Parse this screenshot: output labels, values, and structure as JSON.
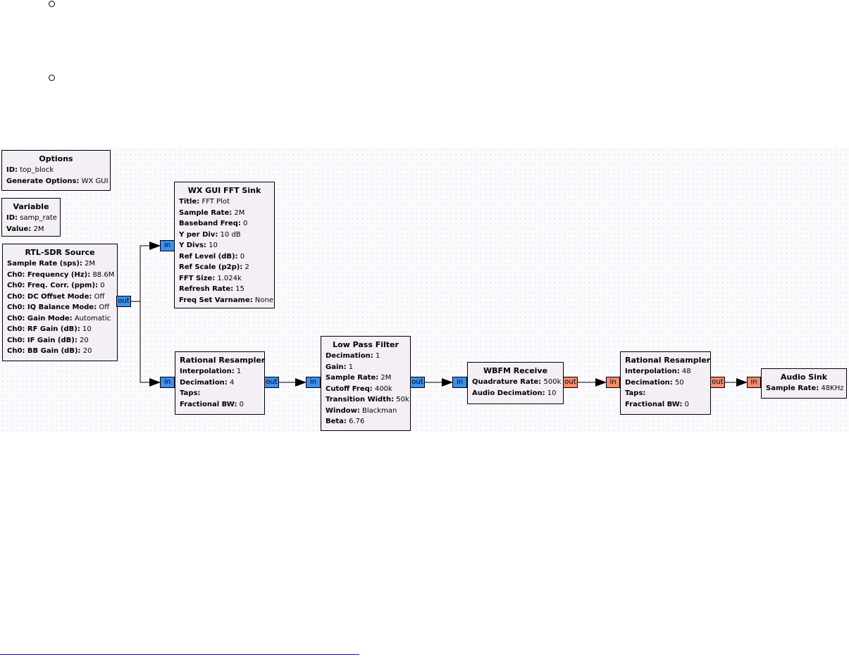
{
  "blocks": {
    "options": {
      "title": "Options",
      "rows": [
        {
          "k": "ID:",
          "v": "top_block"
        },
        {
          "k": "Generate Options:",
          "v": "WX GUI"
        }
      ]
    },
    "variable": {
      "title": "Variable",
      "rows": [
        {
          "k": "ID:",
          "v": "samp_rate"
        },
        {
          "k": "Value:",
          "v": "2M"
        }
      ]
    },
    "rtl": {
      "title": "RTL-SDR Source",
      "rows": [
        {
          "k": "Sample Rate (sps):",
          "v": "2M"
        },
        {
          "k": "Ch0: Frequency (Hz):",
          "v": "88.6M"
        },
        {
          "k": "Ch0: Freq. Corr. (ppm):",
          "v": "0"
        },
        {
          "k": "Ch0: DC Offset Mode:",
          "v": "Off"
        },
        {
          "k": "Ch0: IQ Balance Mode:",
          "v": "Off"
        },
        {
          "k": "Ch0: Gain Mode:",
          "v": "Automatic"
        },
        {
          "k": "Ch0: RF Gain (dB):",
          "v": "10"
        },
        {
          "k": "Ch0: IF Gain (dB):",
          "v": "20"
        },
        {
          "k": "Ch0: BB Gain (dB):",
          "v": "20"
        }
      ]
    },
    "fft": {
      "title": "WX GUI FFT Sink",
      "rows": [
        {
          "k": "Title:",
          "v": "FFT Plot"
        },
        {
          "k": "Sample Rate:",
          "v": "2M"
        },
        {
          "k": "Baseband Freq:",
          "v": "0"
        },
        {
          "k": "Y per Div:",
          "v": "10 dB"
        },
        {
          "k": "Y Divs:",
          "v": "10"
        },
        {
          "k": "Ref Level (dB):",
          "v": "0"
        },
        {
          "k": "Ref Scale (p2p):",
          "v": "2"
        },
        {
          "k": "FFT Size:",
          "v": "1.024k"
        },
        {
          "k": "Refresh Rate:",
          "v": "15"
        },
        {
          "k": "Freq Set Varname:",
          "v": "None"
        }
      ]
    },
    "rr1": {
      "title": "Rational Resampler",
      "rows": [
        {
          "k": "Interpolation:",
          "v": "1"
        },
        {
          "k": "Decimation:",
          "v": "4"
        },
        {
          "k": "Taps:",
          "v": ""
        },
        {
          "k": "Fractional BW:",
          "v": "0"
        }
      ]
    },
    "lpf": {
      "title": "Low Pass Filter",
      "rows": [
        {
          "k": "Decimation:",
          "v": "1"
        },
        {
          "k": "Gain:",
          "v": "1"
        },
        {
          "k": "Sample Rate:",
          "v": "2M"
        },
        {
          "k": "Cutoff Freq:",
          "v": "400k"
        },
        {
          "k": "Transition Width:",
          "v": "50k"
        },
        {
          "k": "Window:",
          "v": "Blackman"
        },
        {
          "k": "Beta:",
          "v": "6.76"
        }
      ]
    },
    "wbfm": {
      "title": "WBFM Receive",
      "rows": [
        {
          "k": "Quadrature Rate:",
          "v": "500k"
        },
        {
          "k": "Audio Decimation:",
          "v": "10"
        }
      ]
    },
    "rr2": {
      "title": "Rational Resampler",
      "rows": [
        {
          "k": "Interpolation:",
          "v": "48"
        },
        {
          "k": "Decimation:",
          "v": "50"
        },
        {
          "k": "Taps:",
          "v": ""
        },
        {
          "k": "Fractional BW:",
          "v": "0"
        }
      ]
    },
    "audio": {
      "title": "Audio Sink",
      "rows": [
        {
          "k": "Sample Rate:",
          "v": "48KHz"
        }
      ]
    }
  },
  "ports": {
    "in": "in",
    "out": "out"
  },
  "colors": {
    "complex_port": "#3b8ff0",
    "float_port": "#f4896e",
    "block_fill": "#f3eff4"
  }
}
